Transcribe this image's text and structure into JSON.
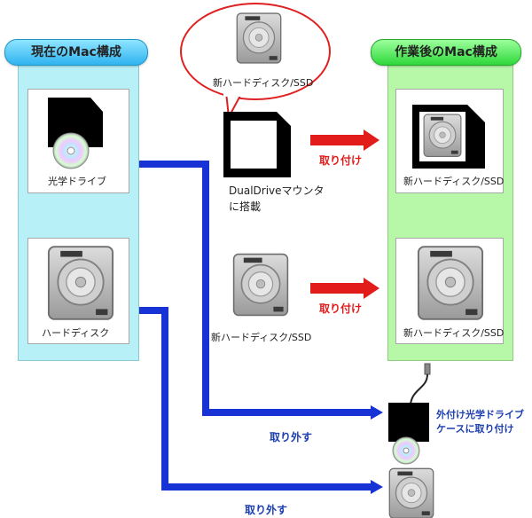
{
  "left_panel": {
    "title": "現在のMac構成",
    "optical_label": "光学ドライブ",
    "hdd_label": "ハードディスク"
  },
  "right_panel": {
    "title": "作業後のMac構成",
    "top_label": "新ハードディスク/SSD",
    "bottom_label": "新ハードディスク/SSD"
  },
  "bubble_label": "新ハードディスク/SSD",
  "mounter_label_line1": "DualDriveマウンタ",
  "mounter_label_line2": "に搭載",
  "middle_hdd_label": "新ハードディスク/SSD",
  "arrow_labels": {
    "install_top": "取り付け",
    "install_bottom": "取り付け",
    "remove_top": "取り外す",
    "remove_bottom": "取り外す"
  },
  "external_case_note_line1": "外付け光学ドライブ",
  "external_case_note_line2": "ケースに取り付け",
  "colors": {
    "left_panel_bg": "#b8f0f8",
    "right_panel_bg": "#b7f7a8",
    "bubble_border": "#e02020",
    "red_arrow": "#e21b1b",
    "blue_connector": "#1733d6"
  }
}
